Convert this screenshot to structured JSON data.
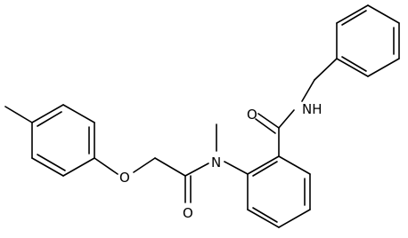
{
  "molecule": {
    "atom_labels": {
      "amide_nh": "NH",
      "amine_n": "N",
      "carbonyl_o_top": "O",
      "ether_o": "O",
      "carbonyl_o_bottom": "O"
    }
  },
  "colors": {
    "bond": "#000000",
    "text": "#000000",
    "background": "#ffffff"
  }
}
